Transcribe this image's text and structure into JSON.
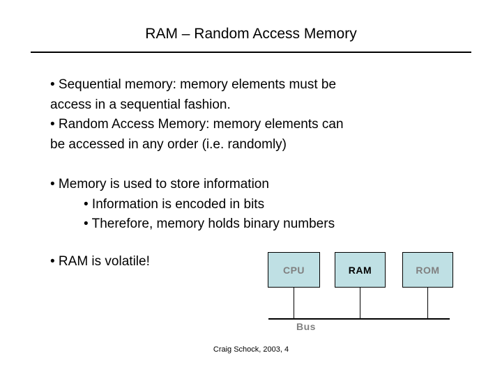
{
  "slide": {
    "title": "RAM – Random Access Memory",
    "blocks": {
      "access": {
        "lines": [
          "• Sequential memory: memory elements must be",
          "access in a sequential fashion.",
          "• Random Access Memory: memory elements can",
          "be accessed in any order (i.e. randomly)"
        ]
      },
      "store": {
        "lines": [
          "• Memory is used to store information",
          "• Information is encoded in bits",
          "• Therefore, memory holds binary numbers"
        ]
      },
      "volatile": {
        "lines": [
          "• RAM is volatile!"
        ]
      }
    },
    "diagram": {
      "chips": [
        {
          "label": "CPU",
          "emphasis": false
        },
        {
          "label": "RAM",
          "emphasis": true
        },
        {
          "label": "ROM",
          "emphasis": false
        }
      ],
      "bus_label": "Bus",
      "colors": {
        "chip_fill": "#bfe0e4",
        "chip_border": "#000000",
        "label_muted": "#808080",
        "label_emphasis": "#000000"
      }
    },
    "footer": "Craig Schock, 2003, 4"
  }
}
